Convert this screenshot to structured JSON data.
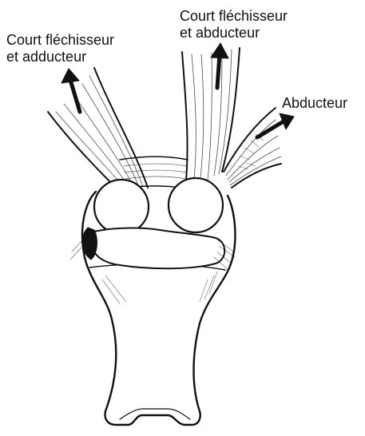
{
  "labels": {
    "left": {
      "line1": "Court fléchisseur",
      "line2": "et adducteur"
    },
    "top": {
      "line1": "Court fléchisseur",
      "line2": "et abducteur"
    },
    "right": {
      "line1": "Abducteur"
    }
  },
  "colors": {
    "ink": "#111111",
    "paper": "#ffffff"
  }
}
